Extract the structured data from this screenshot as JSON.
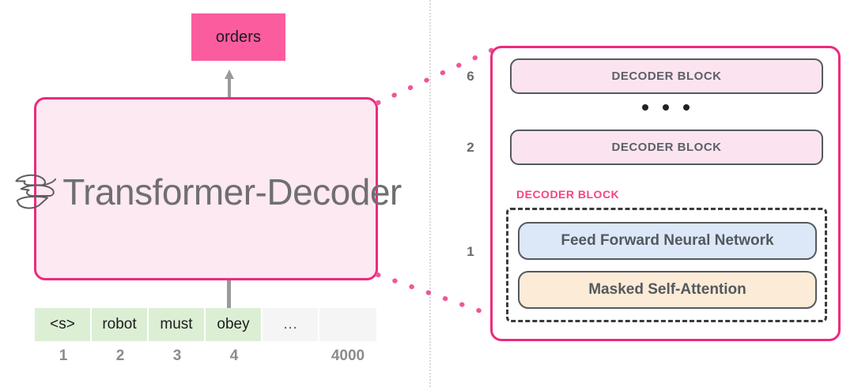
{
  "output": {
    "token": "orders",
    "color": "#fb5c9e"
  },
  "model": {
    "name": "Transformer-Decoder",
    "logo_icon": "openai-swirl-bird-icon",
    "border_color": "#ec2a7e",
    "fill_color": "#fde9f2"
  },
  "input_tokens": {
    "cells": [
      {
        "label": "<s>",
        "state": "filled"
      },
      {
        "label": "robot",
        "state": "filled"
      },
      {
        "label": "must",
        "state": "filled"
      },
      {
        "label": "obey",
        "state": "filled"
      },
      {
        "label": "…",
        "state": "empty"
      },
      {
        "label": "",
        "state": "empty"
      }
    ],
    "indices": [
      "1",
      "2",
      "3",
      "4",
      "",
      "4000"
    ]
  },
  "stack": {
    "layers": [
      {
        "number": "6",
        "label": "DECODER BLOCK"
      },
      {
        "number": "2",
        "label": "DECODER BLOCK"
      }
    ],
    "ellipsis": "• • •",
    "expanded": {
      "number": "1",
      "caption": "DECODER BLOCK",
      "caption_color": "#f5457f",
      "sublayers": [
        {
          "label": "Feed Forward Neural Network",
          "color": "#dce8f7"
        },
        {
          "label": "Masked Self-Attention",
          "color": "#fcebd6"
        }
      ]
    }
  },
  "connectors": {
    "color": "#f0569a",
    "top_label": "top-callout-dotted-line",
    "bottom_label": "bottom-callout-dotted-line"
  }
}
